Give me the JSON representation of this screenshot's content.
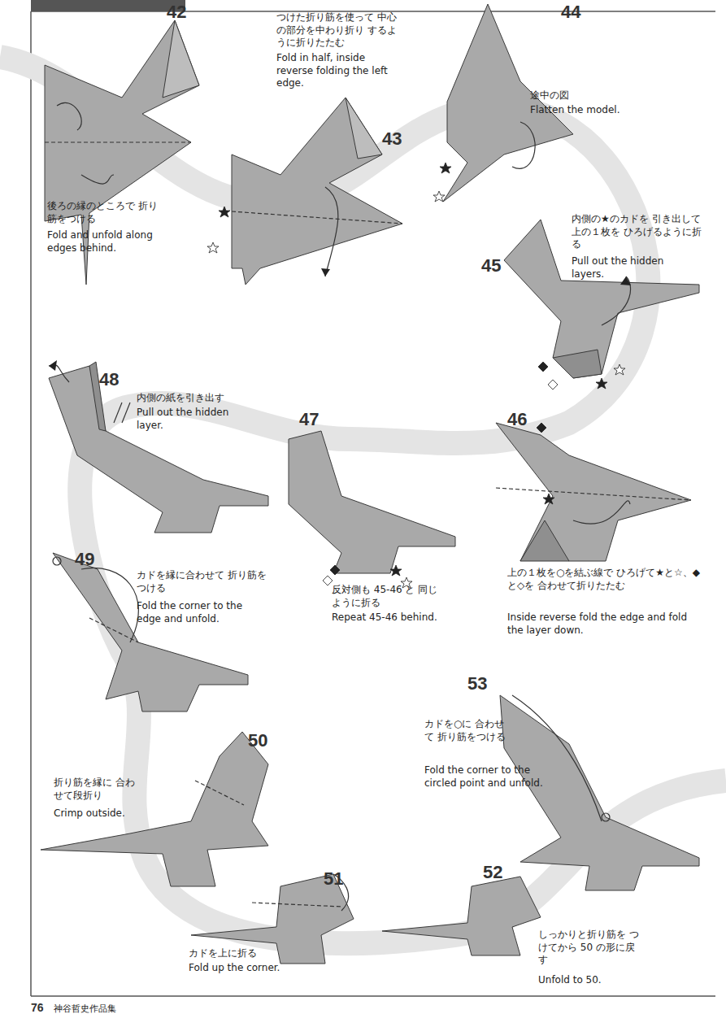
{
  "diagram": {
    "labels": [
      "42",
      "つけた折り筋を使って 中心の部分を中わり折り するように折りたたむ",
      "Fold in half, inside reverse folding the left edge.",
      "43",
      "44",
      "途中の図",
      "Flatten the model.",
      "後ろの縁のところで 折り筋をつける",
      "Fold and unfold along edges behind.",
      "45",
      "内側の★のカドを 引き出して上の１枚を ひろげるように折る",
      "Pull out the hidden layers.",
      "48",
      "内側の紙を引き出す",
      "Pull out the hidden layer.",
      "47",
      "46",
      "反対側も 45-46 と 同じように折る",
      "Repeat 45-46 behind.",
      "上の１枚を○を結ぶ線で ひろげて★と☆、◆と◇を 合わせて折りたたむ",
      "Inside reverse fold the edge and fold the layer down.",
      "49",
      "カドを縁に合わせて 折り筋をつける",
      "Fold the corner to the edge and unfold.",
      "50",
      "折り筋を縁に 合わせて段折り",
      "Crimp outside.",
      "53",
      "カドを○に 合わせて 折り筋をつける",
      "Fold the corner to the circled point and unfold.",
      "51",
      "52",
      "カドを上に折る",
      "Fold up the corner.",
      "しっかりと折り筋を つけてから 50 の形に戻す",
      "Unfold to 50.",
      "76",
      "神谷哲史作品集"
    ]
  }
}
